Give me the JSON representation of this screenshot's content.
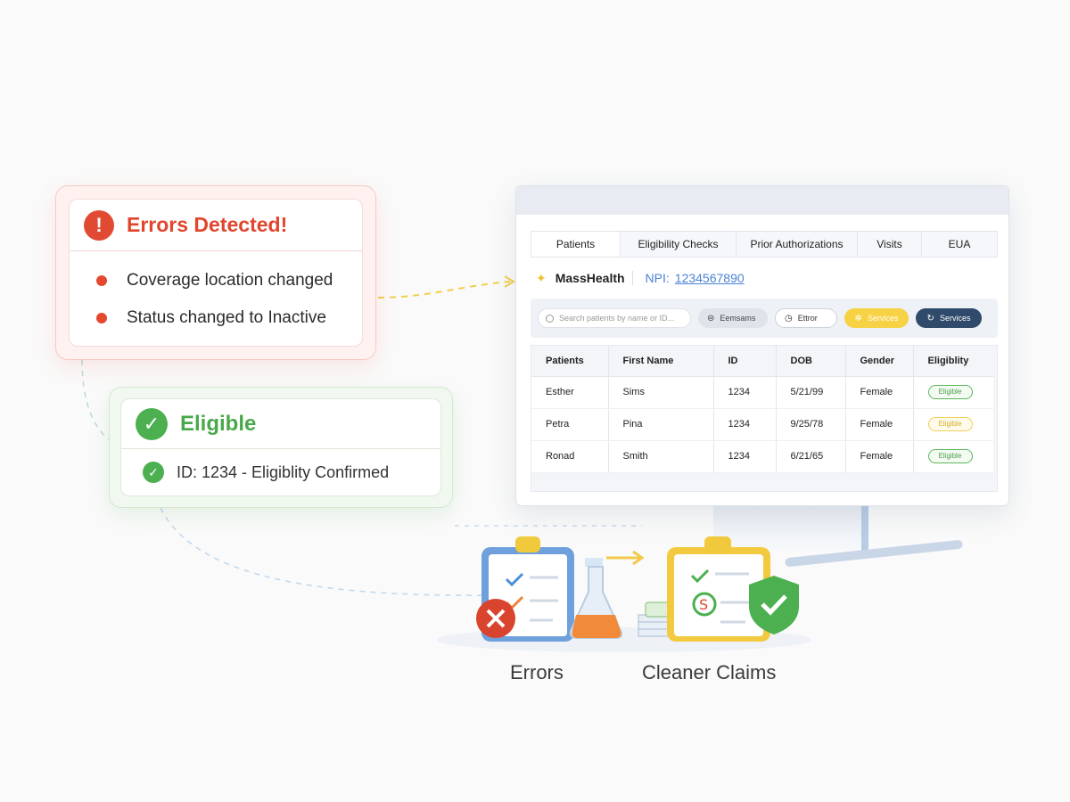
{
  "errors_card": {
    "title": "Errors Detected!",
    "icon": "exclamation-icon",
    "items": [
      "Coverage location changed",
      "Status changed to Inactive"
    ],
    "color": "#e0462d"
  },
  "eligible_card": {
    "title": "Eligible",
    "icon": "check-circle-icon",
    "detail": "ID: 1234 - Eligiblity Confirmed",
    "color": "#49a84a"
  },
  "app": {
    "tabs": [
      "Patients",
      "Eligibility Checks",
      "Prior Authorizations",
      "Visits",
      "EUA"
    ],
    "active_tab": "Patients",
    "org_name": "MassHealth",
    "npi_label": "NPI:",
    "npi_value": "1234567890",
    "search_placeholder": "Search patients by name or ID...",
    "filters": [
      "Eemsams",
      "Ettror",
      "Services",
      "Services"
    ],
    "table": {
      "columns": [
        "Patients",
        "First Name",
        "ID",
        "DOB",
        "Gender",
        "Eligiblity"
      ],
      "rows": [
        {
          "patient": "Esther",
          "first_name": "Sims",
          "id": "1234",
          "dob": "5/21/99",
          "gender": "Female",
          "eligibility": "Eligible",
          "status_color": "green"
        },
        {
          "patient": "Petra",
          "first_name": "Pina",
          "id": "1234",
          "dob": "9/25/78",
          "gender": "Female",
          "eligibility": "Eligible",
          "status_color": "yellow"
        },
        {
          "patient": "Ronad",
          "first_name": "Smith",
          "id": "1234",
          "dob": "6/21/65",
          "gender": "Female",
          "eligibility": "Eligible",
          "status_color": "green"
        }
      ]
    }
  },
  "captions": {
    "errors": "Errors",
    "cleaner_claims": "Cleaner Claims"
  }
}
